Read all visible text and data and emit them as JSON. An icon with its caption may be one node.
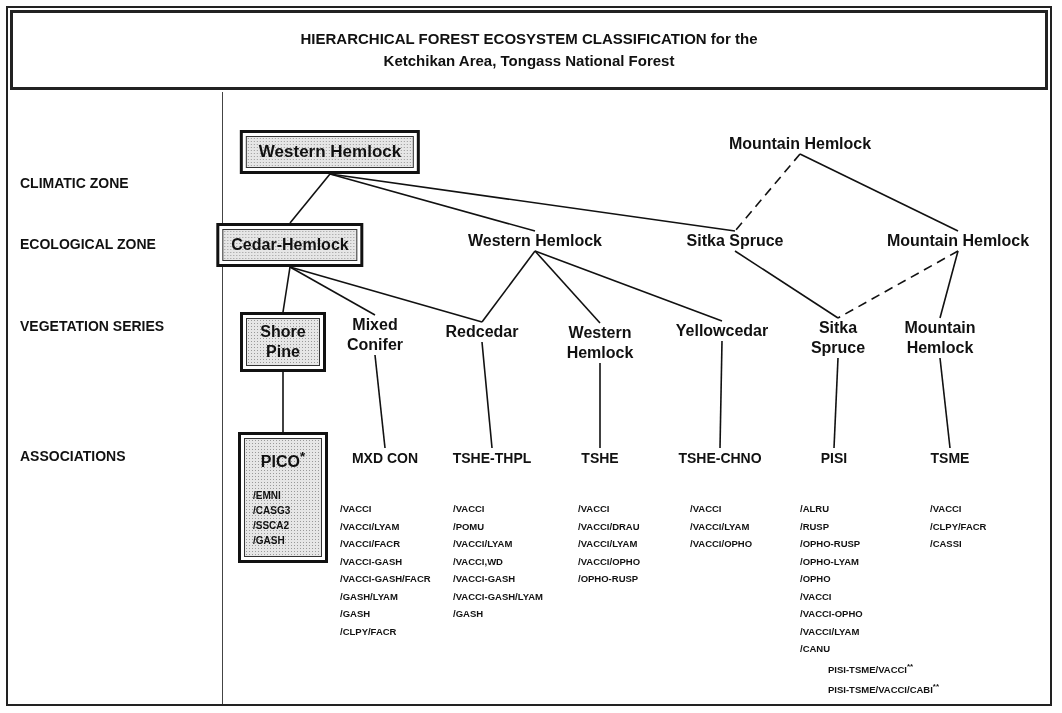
{
  "diagram": {
    "title": "HIERARCHICAL FOREST ECOSYSTEM CLASSIFICATION for the Ketchikan Area, Tongass National Forest",
    "nodes": [
      {
        "text": [
          "Western Hemlock"
        ]
      },
      {
        "text": [
          "Mountain Hemlock"
        ]
      },
      {
        "text": [
          "Cedar-Hemlock"
        ]
      },
      {
        "text": [
          "Western Hemlock"
        ]
      },
      {
        "text": [
          "Sitka Spruce"
        ]
      },
      {
        "text": [
          "Mountain Hemlock"
        ]
      },
      {
        "text": [
          "Shore Pine"
        ]
      },
      {
        "text": [
          "Mixed Conifer"
        ]
      },
      {
        "text": [
          "Redcedar"
        ]
      },
      {
        "text": [
          "Western Hemlock"
        ]
      },
      {
        "text": [
          "Yellowcedar"
        ]
      },
      {
        "text": [
          "Sitka Spruce"
        ]
      },
      {
        "text": [
          "Mountain Hemlock"
        ]
      },
      {
        "text": [
          "PICO$^{*}$",
          "/EMNI",
          "/CASG3",
          "/SSCA2",
          "/GASH"
        ]
      },
      {
        "text": [
          "MXD CON"
        ],
        "beside": [
          "/VACCI",
          "/VACCI/LYAM",
          "/VACCI/FACR",
          "/VACCI-GASH",
          "/VACCI-GASH/FACR",
          "/GASH/LYAM",
          "/GASH",
          "/CLPY/FACR"
        ]
      },
      {
        "text": [
          "TSHE-THPL"
        ],
        "beside": [
          "/VACCI",
          "/POMU",
          "/VACCI/LYAM",
          "/VACCI,WD",
          "/VACCI-GASH",
          "/VACCI-GASH/LYAM",
          "/GASH"
        ]
      },
      {
        "text": [
          "TSHE"
        ],
        "beside": [
          "/VACCI",
          "/VACCI/DRAU",
          "/VACCI/LYAM",
          "/VACCI/OPHO",
          "/OPHO-RUSP"
        ]
      },
      {
        "text": [
          "TSHE-CHNO"
        ],
        "beside": [
          "/VACCI",
          "/VACCI/LYAM",
          "/VACCI/OPHO"
        ]
      },
      {
        "text": [
          "PISI"
        ],
        "beside": [
          "/ALRU",
          "/RUSP",
          "/OPHO-RUSP",
          "/OPHO-LYAM",
          "/OPHO",
          "/VACCI",
          "/VACCI-OPHO",
          "/VACCI/LYAM",
          "/CANU",
          "PISI-TSME/VACCI$^{**}$",
          "PISI-TSME/VACCI/CABI$^{**}$"
        ]
      },
      {
        "text": [
          "TSME"
        ],
        "beside": [
          "/VACCI",
          "/CLPY/FACR",
          "/CASSI"
        ]
      }
    ],
    "edges": [
      {
        "from": 0,
        "to": 2,
        "arrow": "none"
      },
      {
        "from": 0,
        "to": 3,
        "arrow": "none"
      },
      {
        "from": 0,
        "to": 4,
        "arrow": "none"
      },
      {
        "from": 1,
        "to": 4,
        "arrow": "none",
        "style": "dashed"
      },
      {
        "from": 1,
        "to": 5,
        "arrow": "none"
      },
      {
        "from": 2,
        "to": 6,
        "arrow": "none"
      },
      {
        "from": 2,
        "to": 7,
        "arrow": "none"
      },
      {
        "from": 2,
        "to": 8,
        "arrow": "none"
      },
      {
        "from": 3,
        "to": 8,
        "arrow": "none"
      },
      {
        "from": 3,
        "to": 9,
        "arrow": "none"
      },
      {
        "from": 3,
        "to": 10,
        "arrow": "none"
      },
      {
        "from": 4,
        "to": 11,
        "arrow": "none"
      },
      {
        "from": 5,
        "to": 11,
        "arrow": "none",
        "style": "dashed"
      },
      {
        "from": 5,
        "to": 12,
        "arrow": "none"
      },
      {
        "from": 6,
        "to": 13,
        "arrow": "none"
      },
      {
        "from": 7,
        "to": 14,
        "arrow": "none"
      },
      {
        "from": 8,
        "to": 15,
        "arrow": "none"
      },
      {
        "from": 9,
        "to": 16,
        "arrow": "none"
      },
      {
        "from": 10,
        "to": 17,
        "arrow": "none"
      },
      {
        "from": 11,
        "to": 18,
        "arrow": "none"
      },
      {
        "from": 12,
        "to": 19,
        "arrow": "none"
      }
    ],
    "labels": [
      "CLIMATIC ZONE",
      "ECOLOGICAL ZONE",
      "VEGETATION SERIES",
      "ASSOCIATIONS"
    ]
  }
}
